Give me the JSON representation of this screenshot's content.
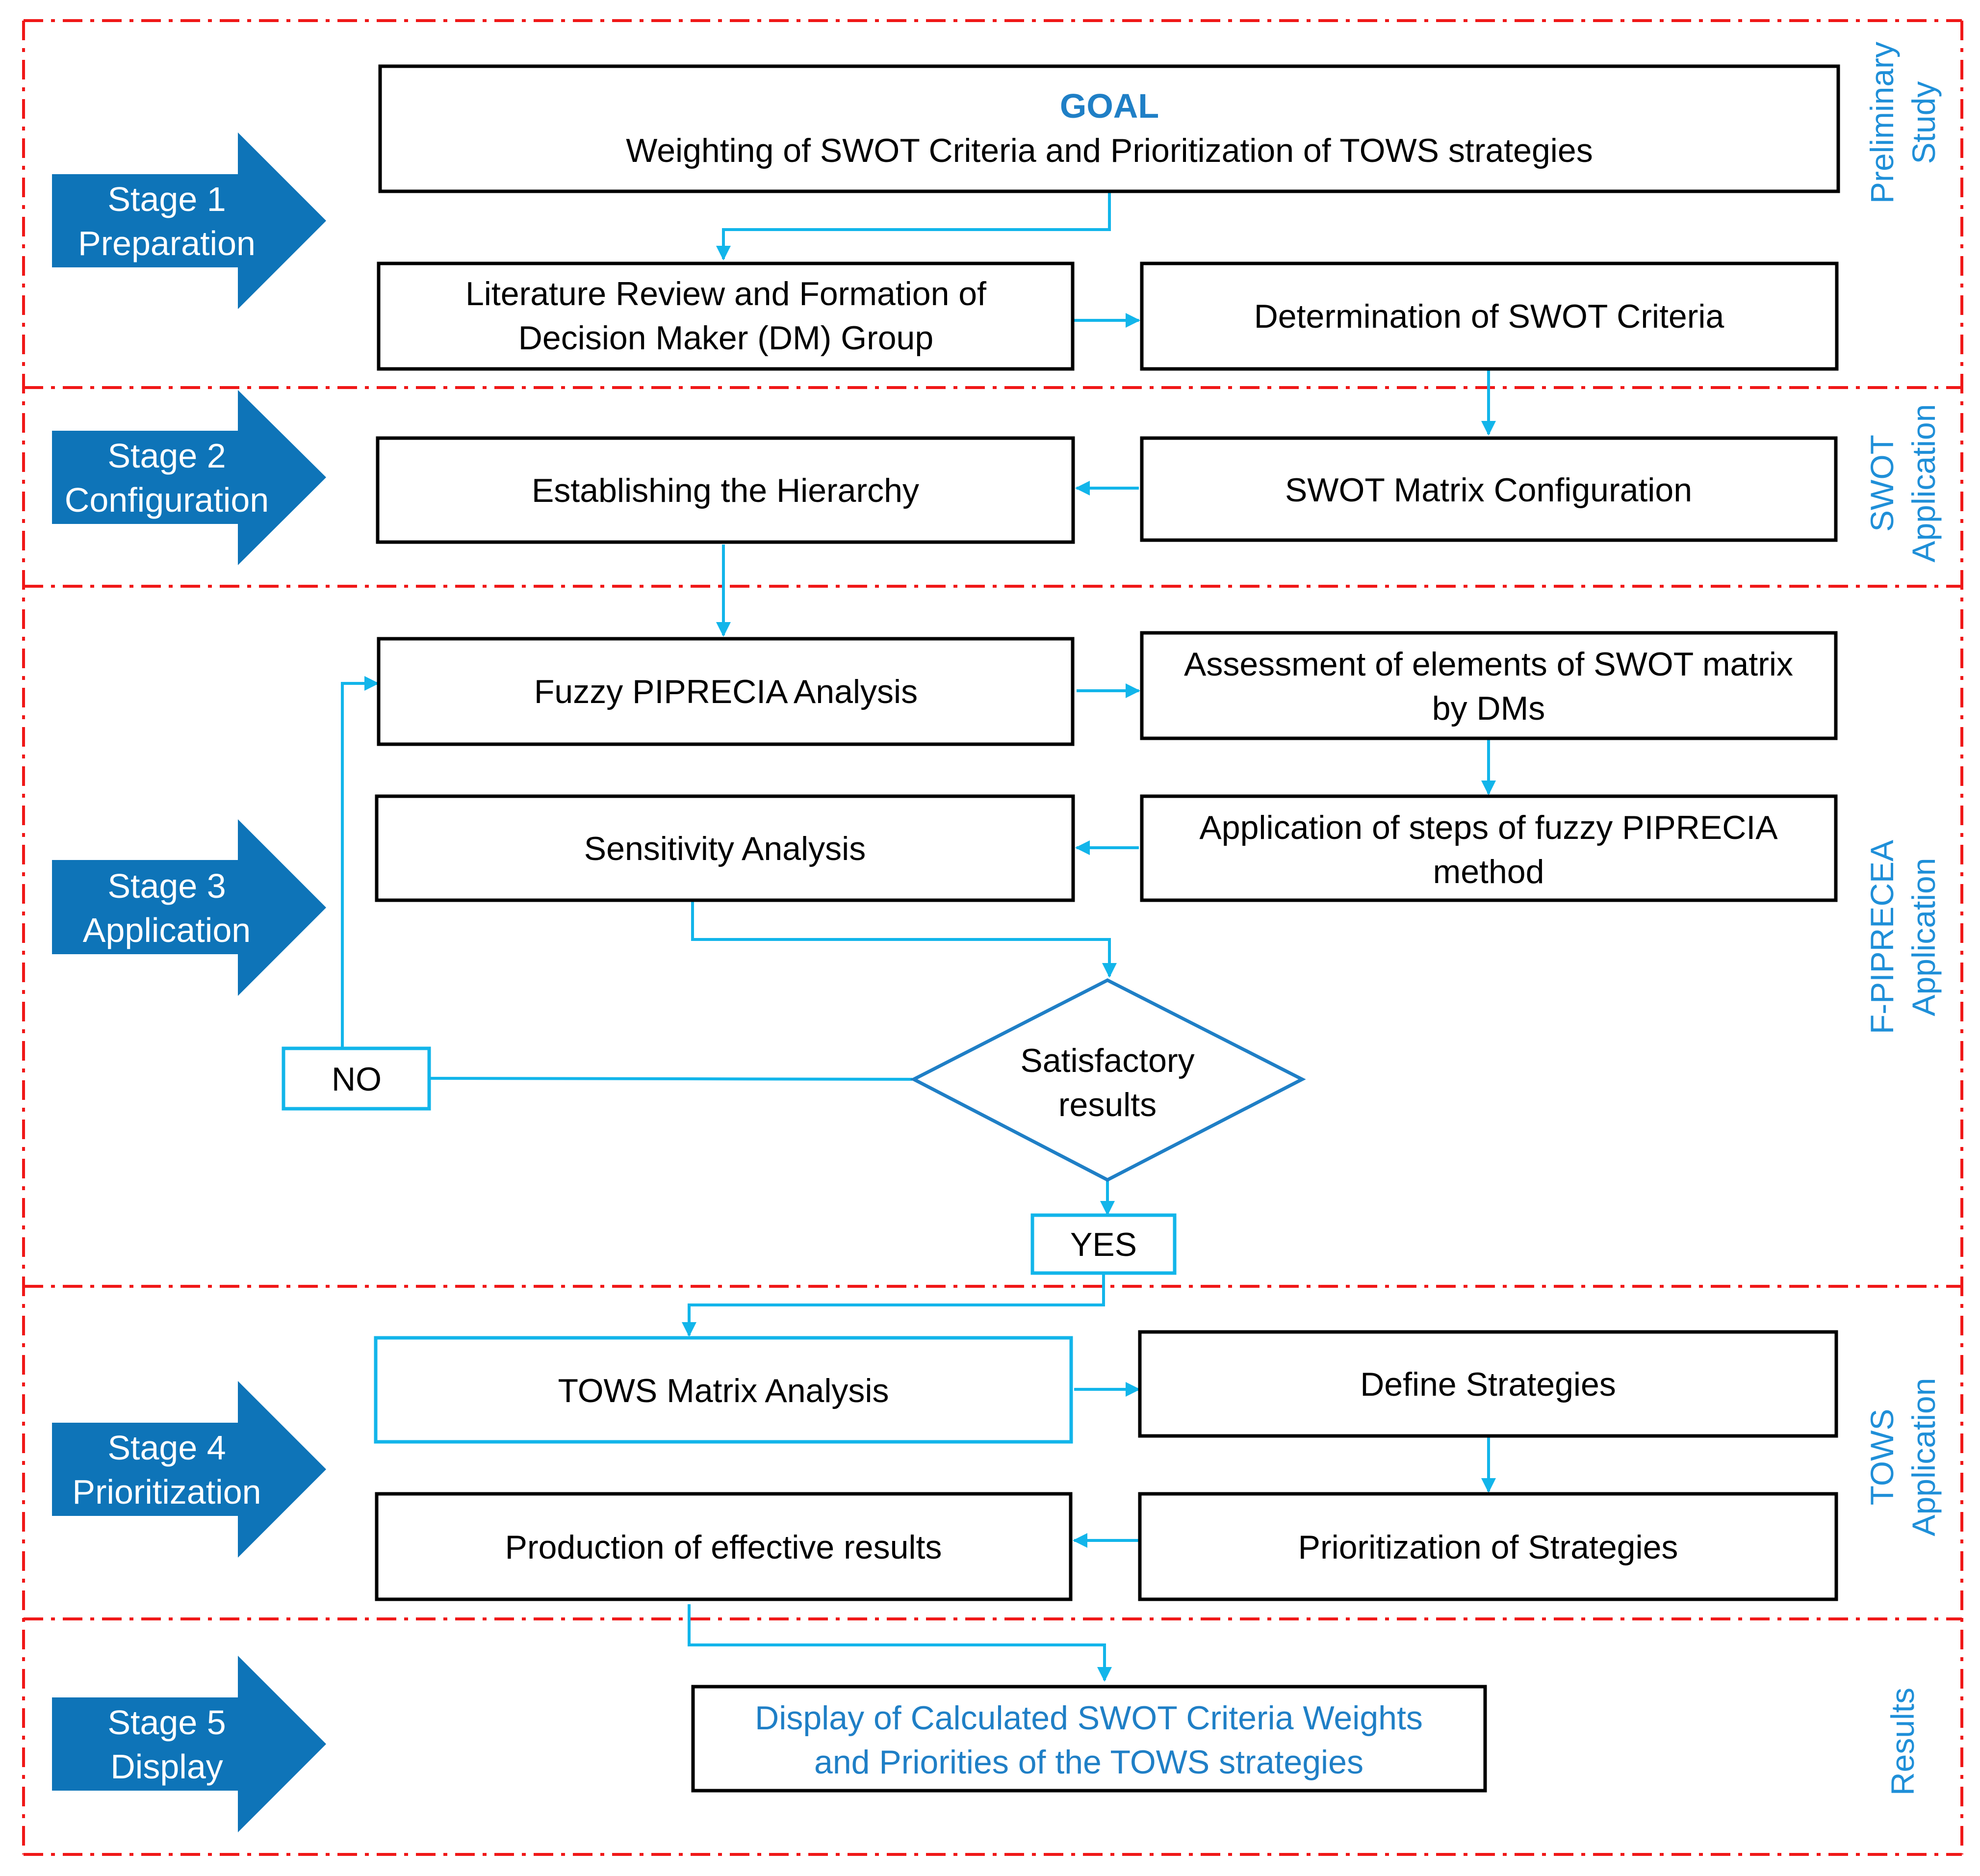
{
  "goal": {
    "title": "GOAL",
    "text": "Weighting of SWOT Criteria and Prioritization of TOWS strategies"
  },
  "stages": [
    {
      "line1": "Stage 1",
      "line2": "Preparation"
    },
    {
      "line1": "Stage 2",
      "line2": "Configuration"
    },
    {
      "line1": "Stage 3",
      "line2": "Application"
    },
    {
      "line1": "Stage 4",
      "line2": "Prioritization"
    },
    {
      "line1": "Stage 5",
      "line2": "Display"
    }
  ],
  "side_labels": [
    {
      "line1": "Preliminary",
      "line2": "Study"
    },
    {
      "line1": "SWOT",
      "line2": "Application"
    },
    {
      "line1": "F-PIPRECEA",
      "line2": "Application"
    },
    {
      "line1": "TOWS",
      "line2": "Application"
    },
    {
      "line1": "Results",
      "line2": ""
    }
  ],
  "boxes": {
    "literature": {
      "line1": "Literature Review and Formation of",
      "line2": "Decision Maker (DM) Group"
    },
    "determination": "Determination of SWOT Criteria",
    "hierarchy": "Establishing the Hierarchy",
    "swot_matrix": "SWOT Matrix Configuration",
    "fuzzy": "Fuzzy PIPRECIA Analysis",
    "assessment": {
      "line1": "Assessment of elements of SWOT matrix",
      "line2": "by DMs"
    },
    "sensitivity": "Sensitivity Analysis",
    "application_steps": {
      "line1": "Application of steps of fuzzy PIPRECIA",
      "line2": "method"
    },
    "tows": "TOWS Matrix Analysis",
    "define": "Define Strategies",
    "production": "Production of effective results",
    "prioritization": "Prioritization of Strategies",
    "display": {
      "line1": "Display of Calculated SWOT Criteria Weights",
      "line2": "and Priorities of the TOWS strategies"
    }
  },
  "decision": {
    "line1": "Satisfactory",
    "line2": "results",
    "no_label": "NO",
    "yes_label": "YES"
  },
  "colors": {
    "section_border": "#f01818",
    "stage_arrow": "#0e74b8",
    "connector": "#12b5ea",
    "accent_text": "#1f7fc6"
  }
}
